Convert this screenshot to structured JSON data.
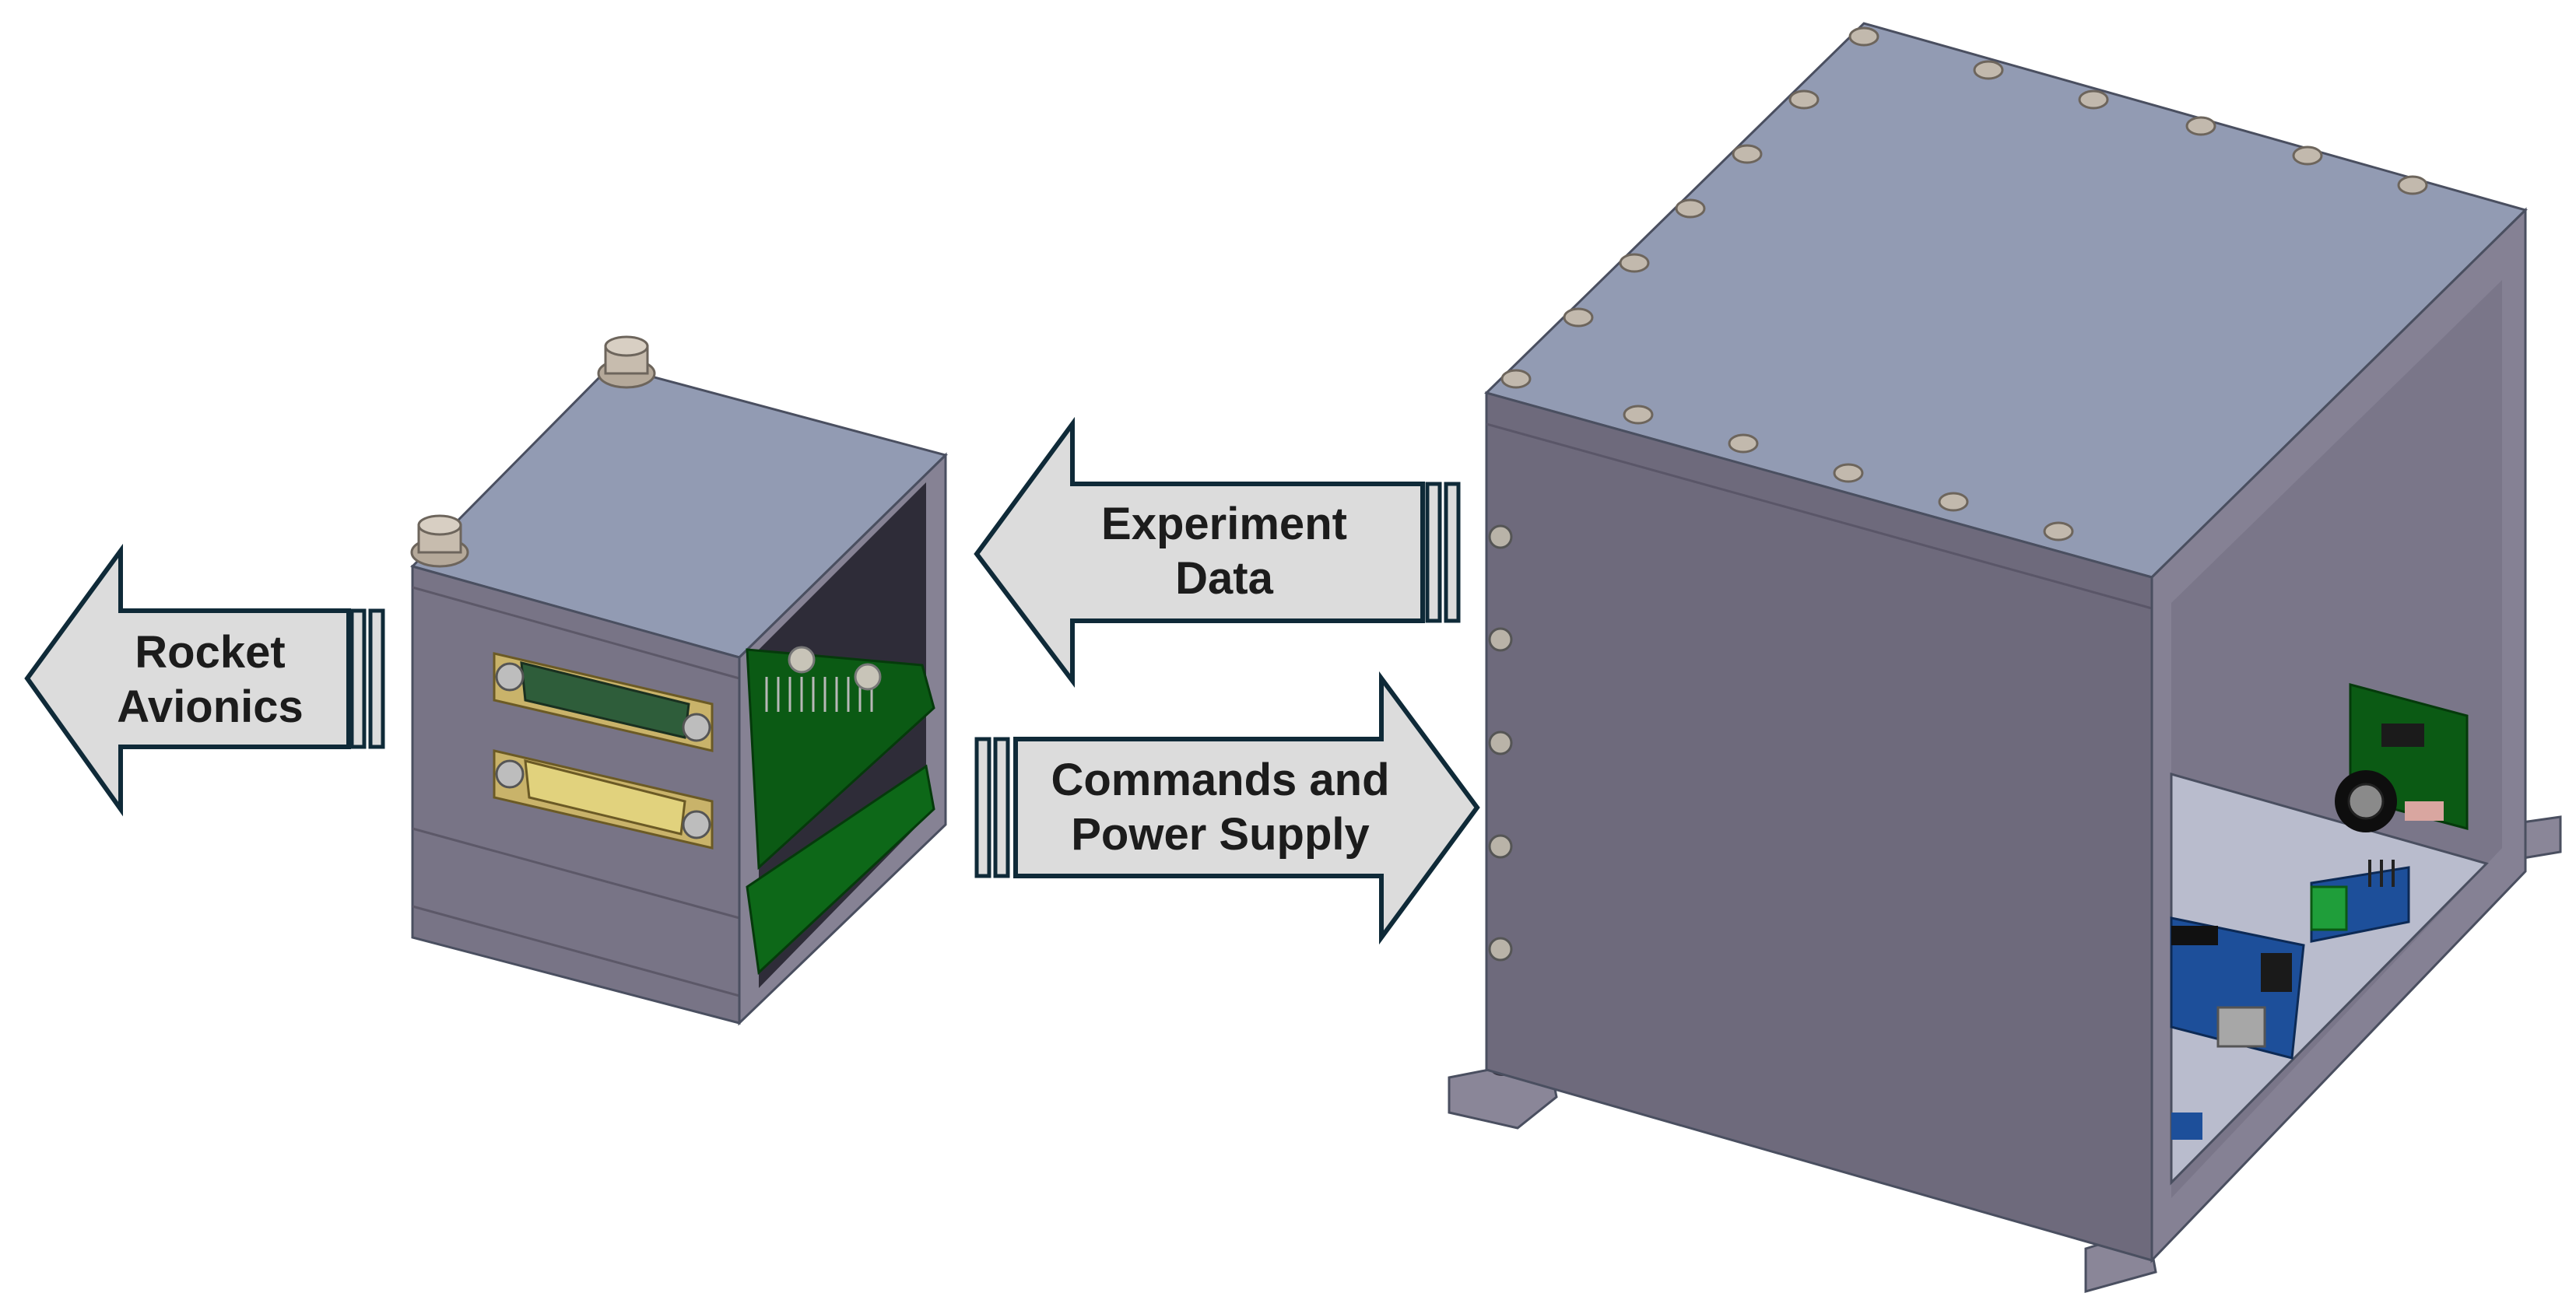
{
  "arrows": {
    "rocket_avionics": {
      "line1": "Rocket",
      "line2": "Avionics"
    },
    "experiment_data": {
      "line1": "Experiment",
      "line2": "Data"
    },
    "commands_power": {
      "line1": "Commands and",
      "line2": "Power Supply"
    }
  },
  "colors": {
    "arrow_fill": "#dcdcdc",
    "arrow_stroke": "#0f2a38",
    "box_top": "#929bb3",
    "box_front": "#736f80",
    "box_side": "#858194",
    "pcb_green": "#0b5a14",
    "connector_gold": "#c9b36a",
    "arduino_blue": "#1d4f9a"
  }
}
